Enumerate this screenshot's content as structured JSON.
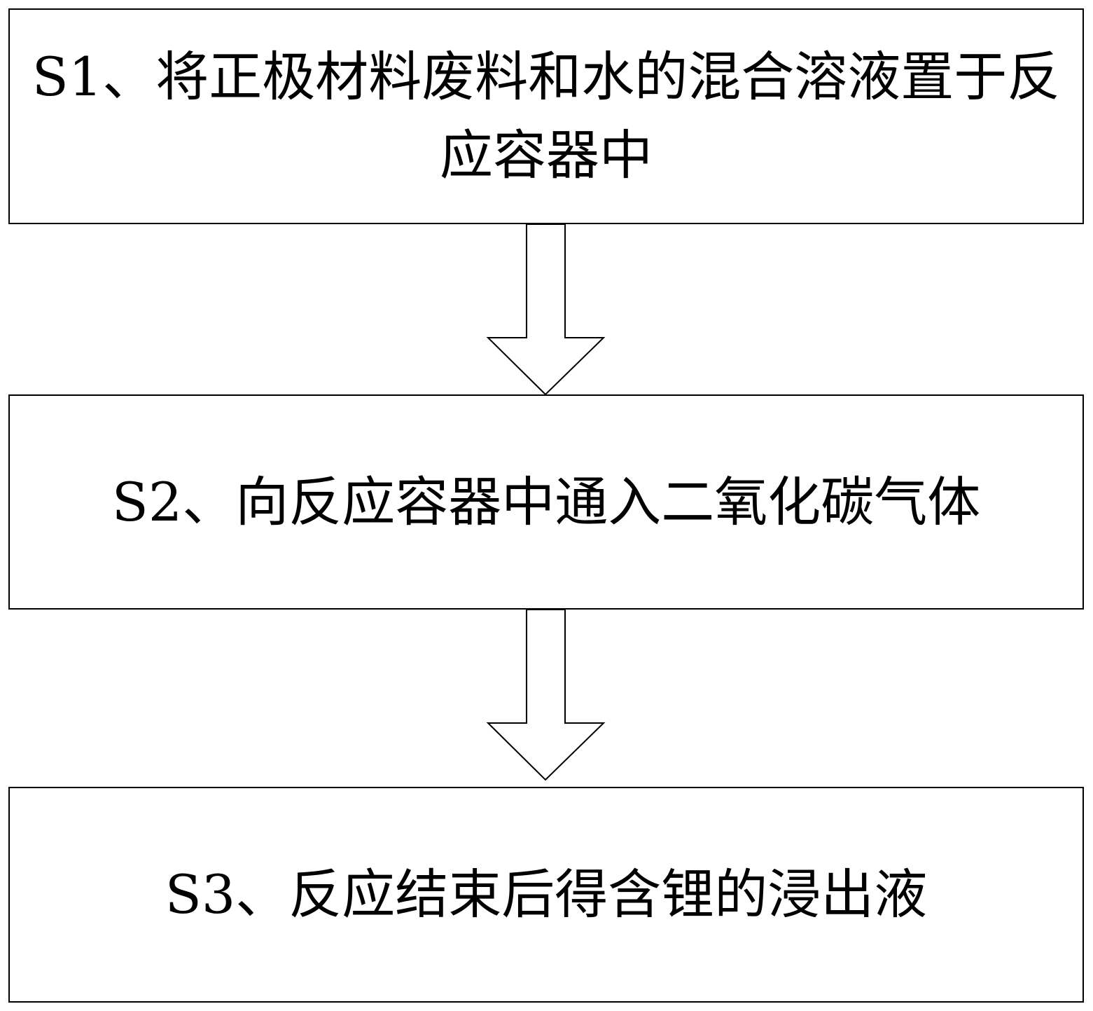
{
  "flowchart": {
    "steps": [
      {
        "id": "S1",
        "text": "S1、将正极材料废料和水的混合溶液置于反应容器中"
      },
      {
        "id": "S2",
        "text": "S2、向反应容器中通入二氧化碳气体"
      },
      {
        "id": "S3",
        "text": "S3、反应结束后得含锂的浸出液"
      }
    ],
    "arrows": [
      {
        "from": "S1",
        "to": "S2"
      },
      {
        "from": "S2",
        "to": "S3"
      }
    ]
  },
  "colors": {
    "stroke": "#000000",
    "fill": "#ffffff"
  }
}
